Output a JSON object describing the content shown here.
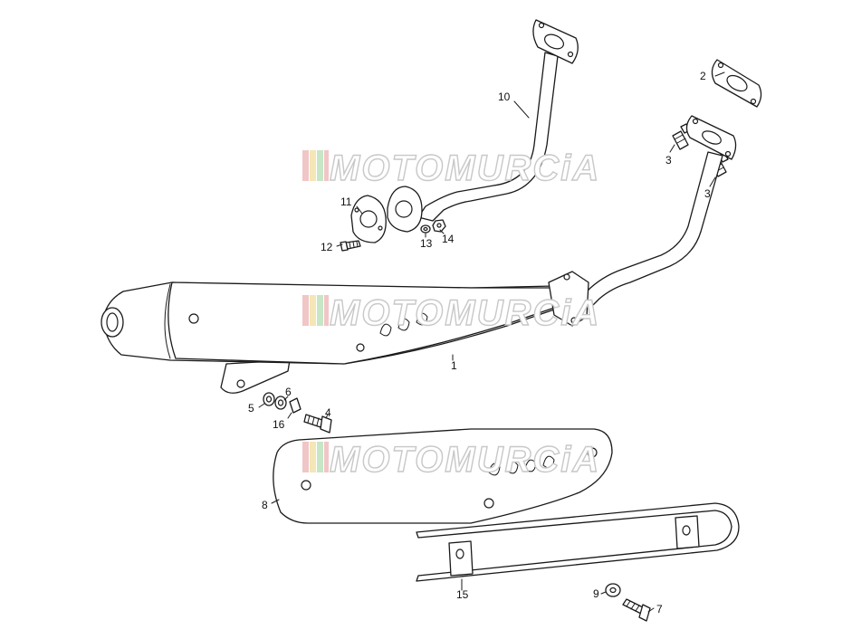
{
  "diagram": {
    "part_numbers": [
      "1",
      "2",
      "3",
      "3",
      "4",
      "5",
      "6",
      "7",
      "8",
      "9",
      "10",
      "11",
      "12",
      "13",
      "14",
      "15",
      "16"
    ]
  },
  "watermark": {
    "text": "MOTOMURCiA",
    "bar_colors": [
      "#e8a8a8",
      "#f0d890",
      "#a8d8a8",
      "#e8a8a8"
    ]
  }
}
